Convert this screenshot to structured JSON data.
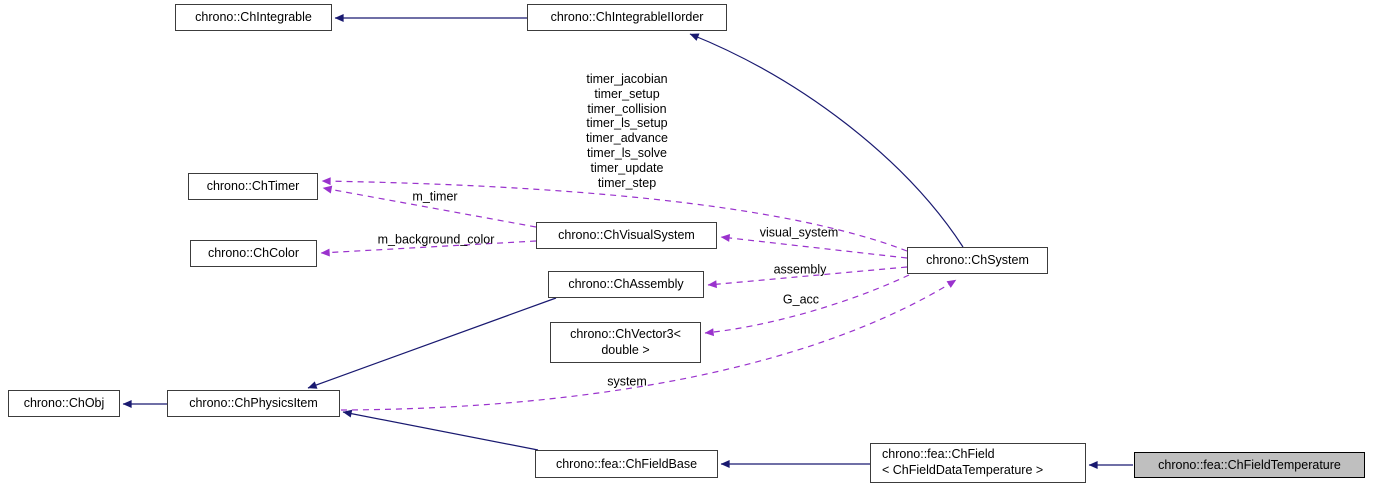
{
  "diagram": {
    "focus_node_label": "chrono::fea::ChFieldTemperature",
    "colors": {
      "background": "#ffffff",
      "node_fill": "#ffffff",
      "node_border": "#3c3c3c",
      "focus_fill": "#bfbfbf",
      "edge_inheritance": "#191970",
      "edge_usage": "#9a32cd",
      "text": "#000000"
    },
    "nodes": {
      "integrable": {
        "label": "chrono::ChIntegrable"
      },
      "integrable_iiorder": {
        "label": "chrono::ChIntegrableIIorder"
      },
      "timer": {
        "label": "chrono::ChTimer"
      },
      "color": {
        "label": "chrono::ChColor"
      },
      "visual_system": {
        "label": "chrono::ChVisualSystem"
      },
      "assembly": {
        "label": "chrono::ChAssembly"
      },
      "vector3": {
        "label": "chrono::ChVector3<\ndouble >"
      },
      "system": {
        "label": "chrono::ChSystem"
      },
      "obj": {
        "label": "chrono::ChObj"
      },
      "physics_item": {
        "label": "chrono::ChPhysicsItem"
      },
      "field_base": {
        "label": "chrono::fea::ChFieldBase"
      },
      "field": {
        "label": "chrono::fea::ChField\n< ChFieldDataTemperature >"
      },
      "field_temperature": {
        "label": "chrono::fea::ChFieldTemperature"
      }
    },
    "edges": {
      "inheritance": [
        {
          "from": "chrono::ChIntegrableIIorder",
          "to": "chrono::ChIntegrable"
        },
        {
          "from": "chrono::ChSystem",
          "to": "chrono::ChIntegrableIIorder"
        },
        {
          "from": "chrono::ChAssembly",
          "to": "chrono::ChPhysicsItem"
        },
        {
          "from": "chrono::ChPhysicsItem",
          "to": "chrono::ChObj"
        },
        {
          "from": "chrono::fea::ChFieldBase",
          "to": "chrono::ChPhysicsItem"
        },
        {
          "from": "chrono::fea::ChField< ChFieldDataTemperature >",
          "to": "chrono::fea::ChFieldBase"
        },
        {
          "from": "chrono::fea::ChFieldTemperature",
          "to": "chrono::fea::ChField< ChFieldDataTemperature >"
        }
      ],
      "usage": [
        {
          "from": "chrono::ChSystem",
          "to": "chrono::ChTimer",
          "label": "timer_jacobian\ntimer_setup\ntimer_collision\ntimer_ls_setup\ntimer_advance\ntimer_ls_solve\ntimer_update\ntimer_step"
        },
        {
          "from": "chrono::ChVisualSystem",
          "to": "chrono::ChTimer",
          "label": "m_timer"
        },
        {
          "from": "chrono::ChVisualSystem",
          "to": "chrono::ChColor",
          "label": "m_background_color"
        },
        {
          "from": "chrono::ChSystem",
          "to": "chrono::ChVisualSystem",
          "label": "visual_system"
        },
        {
          "from": "chrono::ChSystem",
          "to": "chrono::ChAssembly",
          "label": "assembly"
        },
        {
          "from": "chrono::ChSystem",
          "to": "chrono::ChVector3< double >",
          "label": "G_acc"
        },
        {
          "from": "chrono::ChPhysicsItem",
          "to": "chrono::ChSystem",
          "label": "system"
        }
      ]
    }
  }
}
